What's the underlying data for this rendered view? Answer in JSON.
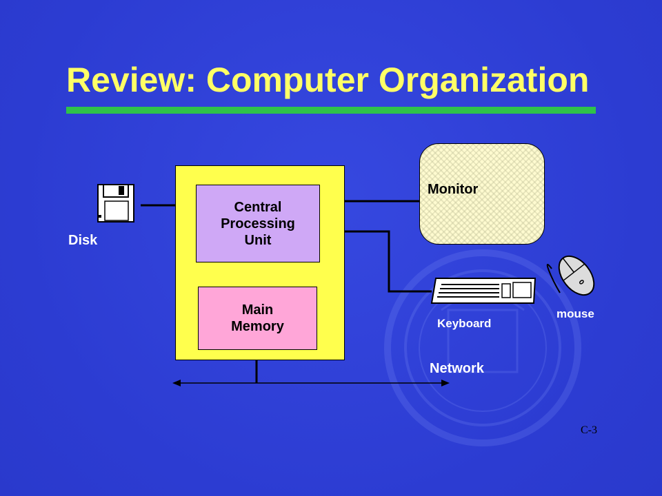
{
  "slide": {
    "title": "Review: Computer Organization",
    "footer": "C-3"
  },
  "diagram": {
    "disk_label": "Disk",
    "cpu_label": "Central\nProcessing\nUnit",
    "memory_label": "Main\nMemory",
    "monitor_label": "Monitor",
    "keyboard_label": "Keyboard",
    "mouse_label": "mouse",
    "network_label": "Network"
  },
  "colors": {
    "background": "#2f3fd6",
    "title": "#ffff66",
    "rule": "#2fc24a",
    "cabinet": "#ffff4d",
    "cpu": "#cfa8f6",
    "memory": "#ffa6d8",
    "monitor": "#fffbd0"
  },
  "icons": [
    "floppy-disk-icon",
    "keyboard-icon",
    "mouse-icon",
    "university-seal-watermark"
  ]
}
